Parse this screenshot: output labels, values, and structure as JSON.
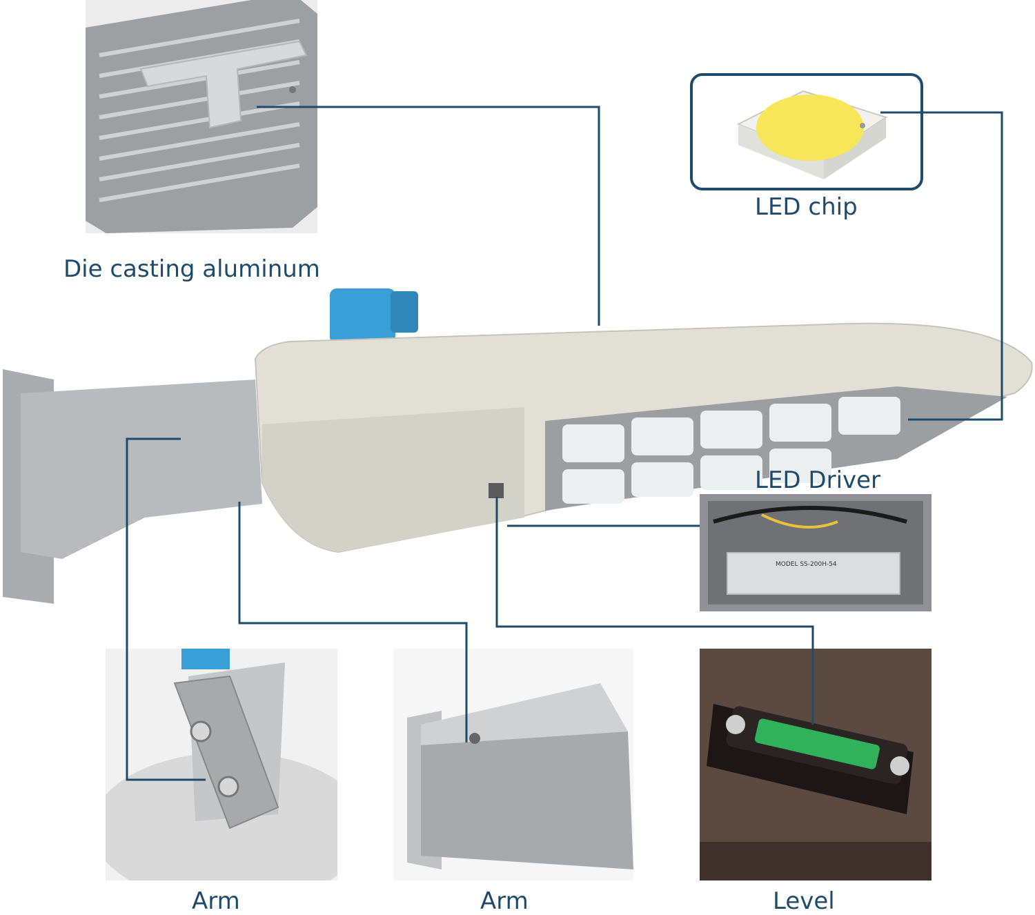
{
  "labels": {
    "die_casting": "Die casting aluminum",
    "led_chip": "LED chip",
    "led_driver": "LED Driver",
    "arm_1": "Arm",
    "arm_2": "Arm",
    "level": "Level"
  },
  "driver_text": {
    "model": "MODEL SS-200H-54"
  },
  "colors": {
    "callout_line": "#1f4a6a",
    "label_text": "#1f4a6a",
    "housing": "#e2e0d6",
    "photocell": "#3a9fd6",
    "led_yellow": "#f7e65a",
    "level_bubble": "#2fb25a",
    "bronze": "#5b4a40"
  }
}
